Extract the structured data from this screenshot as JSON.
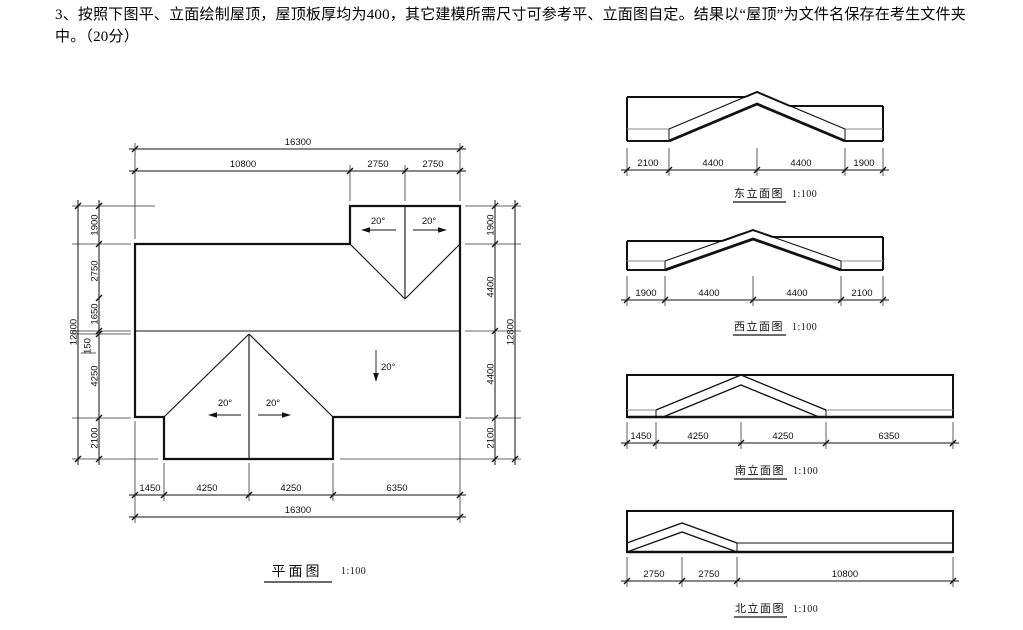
{
  "question": {
    "text": "3、按照下图平、立面绘制屋顶，屋顶板厚均为400，其它建模所需尺寸可参考平、立面图自定。结果以“屋顶”为文件名保存在考生文件夹中。（20分）"
  },
  "plan": {
    "label": "平面图",
    "scale": "1:100",
    "top_total": "16300",
    "top_dims": [
      "10800",
      "2750",
      "2750"
    ],
    "bottom_dims": [
      "1450",
      "4250",
      "4250",
      "6350"
    ],
    "bottom_total": "16300",
    "left_total": "12800",
    "left_dims": [
      "1900",
      "2750",
      "1650",
      "150",
      "4250",
      "2100"
    ],
    "right_dims": [
      "1900",
      "4400",
      "4400",
      "2100"
    ],
    "right_total": "12800",
    "angles": {
      "valley_left": "20°",
      "valley_right": "20°",
      "gable_left": "20°",
      "gable_right": "20°",
      "south_slope": "20°"
    }
  },
  "elevations": [
    {
      "label": "东立面图",
      "scale": "1:100",
      "dims": [
        "2100",
        "4400",
        "4400",
        "1900"
      ]
    },
    {
      "label": "西立面图",
      "scale": "1:100",
      "dims": [
        "1900",
        "4400",
        "4400",
        "2100"
      ]
    },
    {
      "label": "南立面图",
      "scale": "1:100",
      "dims": [
        "1450",
        "4250",
        "4250",
        "6350"
      ]
    },
    {
      "label": "北立面图",
      "scale": "1:100",
      "dims": [
        "2750",
        "2750",
        "10800"
      ]
    }
  ]
}
